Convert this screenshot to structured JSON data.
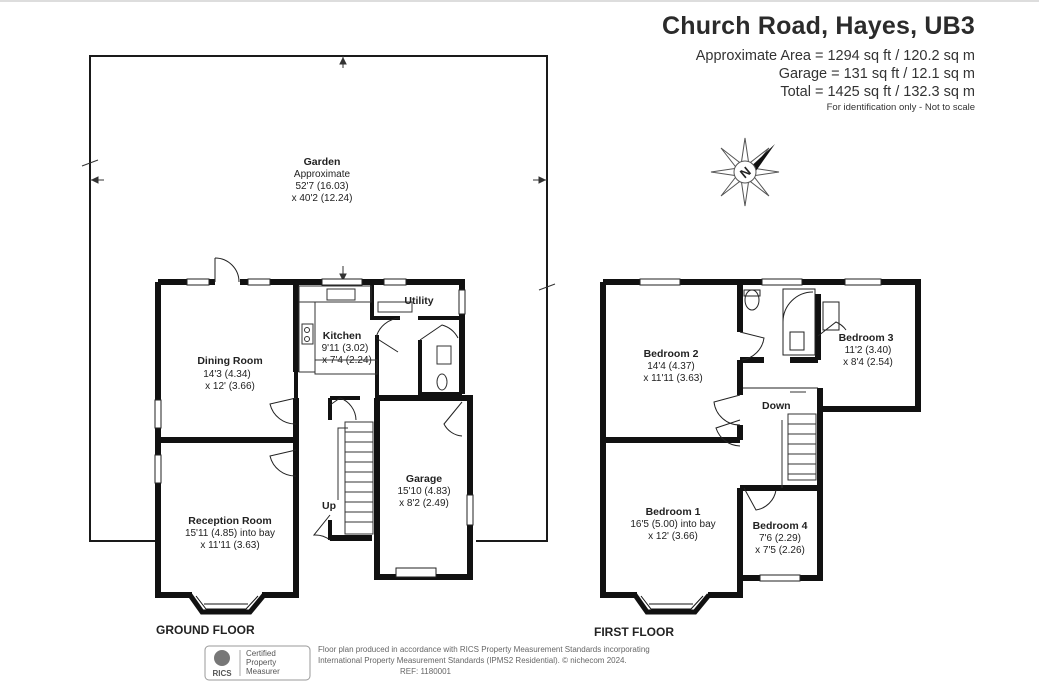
{
  "header": {
    "title": "Church Road, Hayes, UB3",
    "area_lines": [
      "Approximate Area = 1294 sq ft / 120.2 sq m",
      "Garage = 131 sq ft / 12.1 sq m",
      "Total = 1425 sq ft / 132.3 sq m"
    ],
    "note": "For identification only - Not to scale"
  },
  "rooms": {
    "garden": {
      "name": "Garden",
      "dims": [
        "Approximate",
        "52'7 (16.03)",
        "x 40'2 (12.24)"
      ]
    },
    "dining": {
      "name": "Dining Room",
      "dims": [
        "14'3 (4.34)",
        "x 12' (3.66)"
      ]
    },
    "kitchen": {
      "name": "Kitchen",
      "dims": [
        "9'11 (3.02)",
        "x 7'4 (2.24)"
      ]
    },
    "utility": {
      "name": "Utility"
    },
    "reception": {
      "name": "Reception Room",
      "dims": [
        "15'11 (4.85) into bay",
        "x 11'11 (3.63)"
      ]
    },
    "garage": {
      "name": "Garage",
      "dims": [
        "15'10 (4.83)",
        "x 8'2 (2.49)"
      ]
    },
    "up": "Up",
    "bed2": {
      "name": "Bedroom 2",
      "dims": [
        "14'4 (4.37)",
        "x 11'11 (3.63)"
      ]
    },
    "bed3": {
      "name": "Bedroom 3",
      "dims": [
        "11'2 (3.40)",
        "x 8'4 (2.54)"
      ]
    },
    "bed1": {
      "name": "Bedroom 1",
      "dims": [
        "16'5 (5.00) into bay",
        "x 12' (3.66)"
      ]
    },
    "bed4": {
      "name": "Bedroom 4",
      "dims": [
        "7'6 (2.29)",
        "x 7'5 (2.26)"
      ]
    },
    "down": "Down"
  },
  "floors": {
    "ground": "GROUND FLOOR",
    "first": "FIRST FLOOR"
  },
  "compass": {
    "letter": "N"
  },
  "footer": {
    "rics": [
      "RICS",
      "Certified",
      "Property",
      "Measurer"
    ],
    "lines": [
      "Floor plan produced in accordance with RICS Property Measurement Standards incorporating",
      "International Property Measurement Standards (IPMS2 Residential).  © nichecom 2024.",
      "REF: 1180001"
    ]
  },
  "colors": {
    "wall": "#111111",
    "thin": "#222222",
    "frame": "#1a1a1a"
  }
}
